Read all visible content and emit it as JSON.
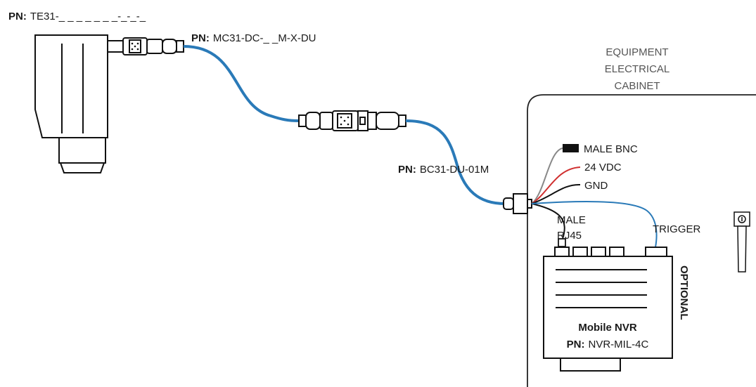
{
  "labels": {
    "pn_prefix": "PN:",
    "camera_pn": "TE31-_ _ _ _ _ _ _-_-_-_",
    "mc_cable_pn": "MC31-DC-_ _M-X-DU",
    "bc_cable_pn": "BC31-DU-01M",
    "cabinet_line1": "EQUIPMENT",
    "cabinet_line2": "ELECTRICAL",
    "cabinet_line3": "CABINET",
    "male_bnc": "MALE BNC",
    "vdc": "24 VDC",
    "gnd": "GND",
    "male_rj45_line1": "MALE",
    "male_rj45_line2": "RJ45",
    "trigger": "TRIGGER",
    "optional": "OPTIONAL",
    "nvr_name": "Mobile NVR",
    "nvr_pn": "NVR-MIL-4C"
  },
  "colors": {
    "cable_blue": "#2a7ab8",
    "wire_red": "#d03030",
    "wire_gray": "#888888",
    "wire_black": "#111111"
  },
  "icons": [
    "camera-icon",
    "m12-connector-icon",
    "bnc-connector-icon",
    "rj45-connector-icon",
    "trigger-switch-icon",
    "nvr-device-icon"
  ]
}
